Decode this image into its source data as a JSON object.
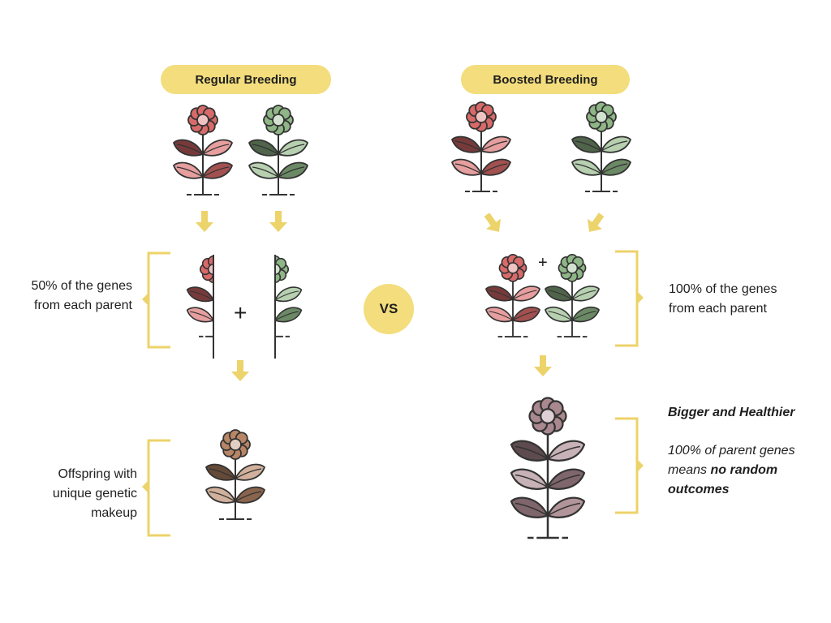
{
  "colors": {
    "accent": "#f3dd7c",
    "bracket": "#ecd36a",
    "outline": "#333333",
    "red_petal": "#d96a6a",
    "green_petal": "#8fb686",
    "offspring_petal": "#b88666",
    "boosted_petal": "#a98890"
  },
  "regular": {
    "label": "Regular Breeding",
    "genes_note_line1": "50% of the genes",
    "genes_note_line2": "from each parent",
    "offspring_line1": "Offspring with",
    "offspring_line2": "unique genetic",
    "offspring_line3": "makeup"
  },
  "vs_label": "VS",
  "plus_symbol": "+",
  "boosted": {
    "label": "Boosted Breeding",
    "genes_note_line1": "100% of the genes",
    "genes_note_line2": "from each parent",
    "result_title": "Bigger and Healthier",
    "result_line1": "100% of parent genes",
    "result_line2_prefix": "means ",
    "result_line2_bold": "no random",
    "result_line3": "outcomes"
  }
}
